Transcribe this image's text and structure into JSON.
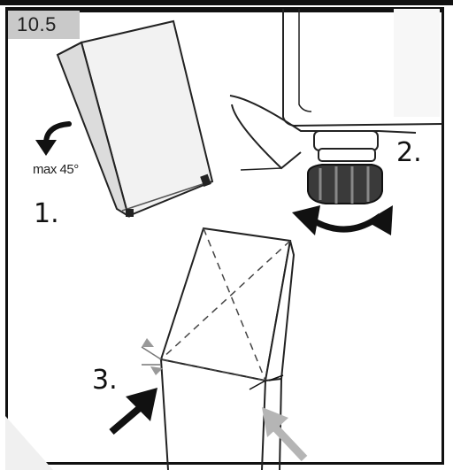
{
  "section": {
    "number": "10.5"
  },
  "steps": {
    "step1": "1.",
    "step2": "2.",
    "step3": "3."
  },
  "annotation": {
    "max_angle": "max 45°"
  },
  "icons": {
    "rotate_arrow": "curved-arrow-left-icon",
    "double_arrow": "double-curved-arrow-icon",
    "push_arrow_black": "push-arrow-black-icon",
    "push_arrow_gray": "push-arrow-gray-icon"
  },
  "colors": {
    "frame": "#111111",
    "badge_bg": "#c9c9c9",
    "arrow_gray": "#b5b5b5",
    "panel": "#efefef"
  }
}
